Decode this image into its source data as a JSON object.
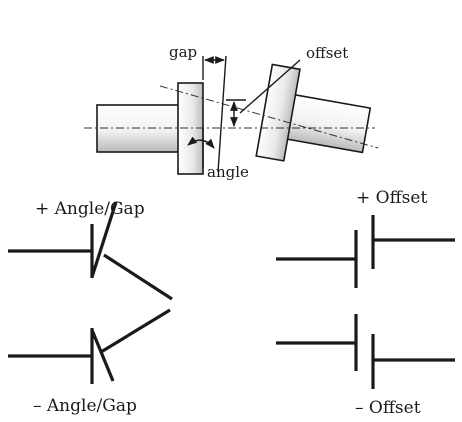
{
  "labels": {
    "gap": "gap",
    "offset": "offset",
    "angle": "angle",
    "plus_angle_gap": "+ Angle/Gap",
    "minus_angle_gap": "– Angle/Gap",
    "plus_offset": "+ Offset",
    "minus_offset": "– Offset"
  },
  "colors": {
    "ink": "#1a1a1a",
    "shaft_fill_light": "#ffffff",
    "shaft_fill_dark": "#c8c8c8"
  }
}
